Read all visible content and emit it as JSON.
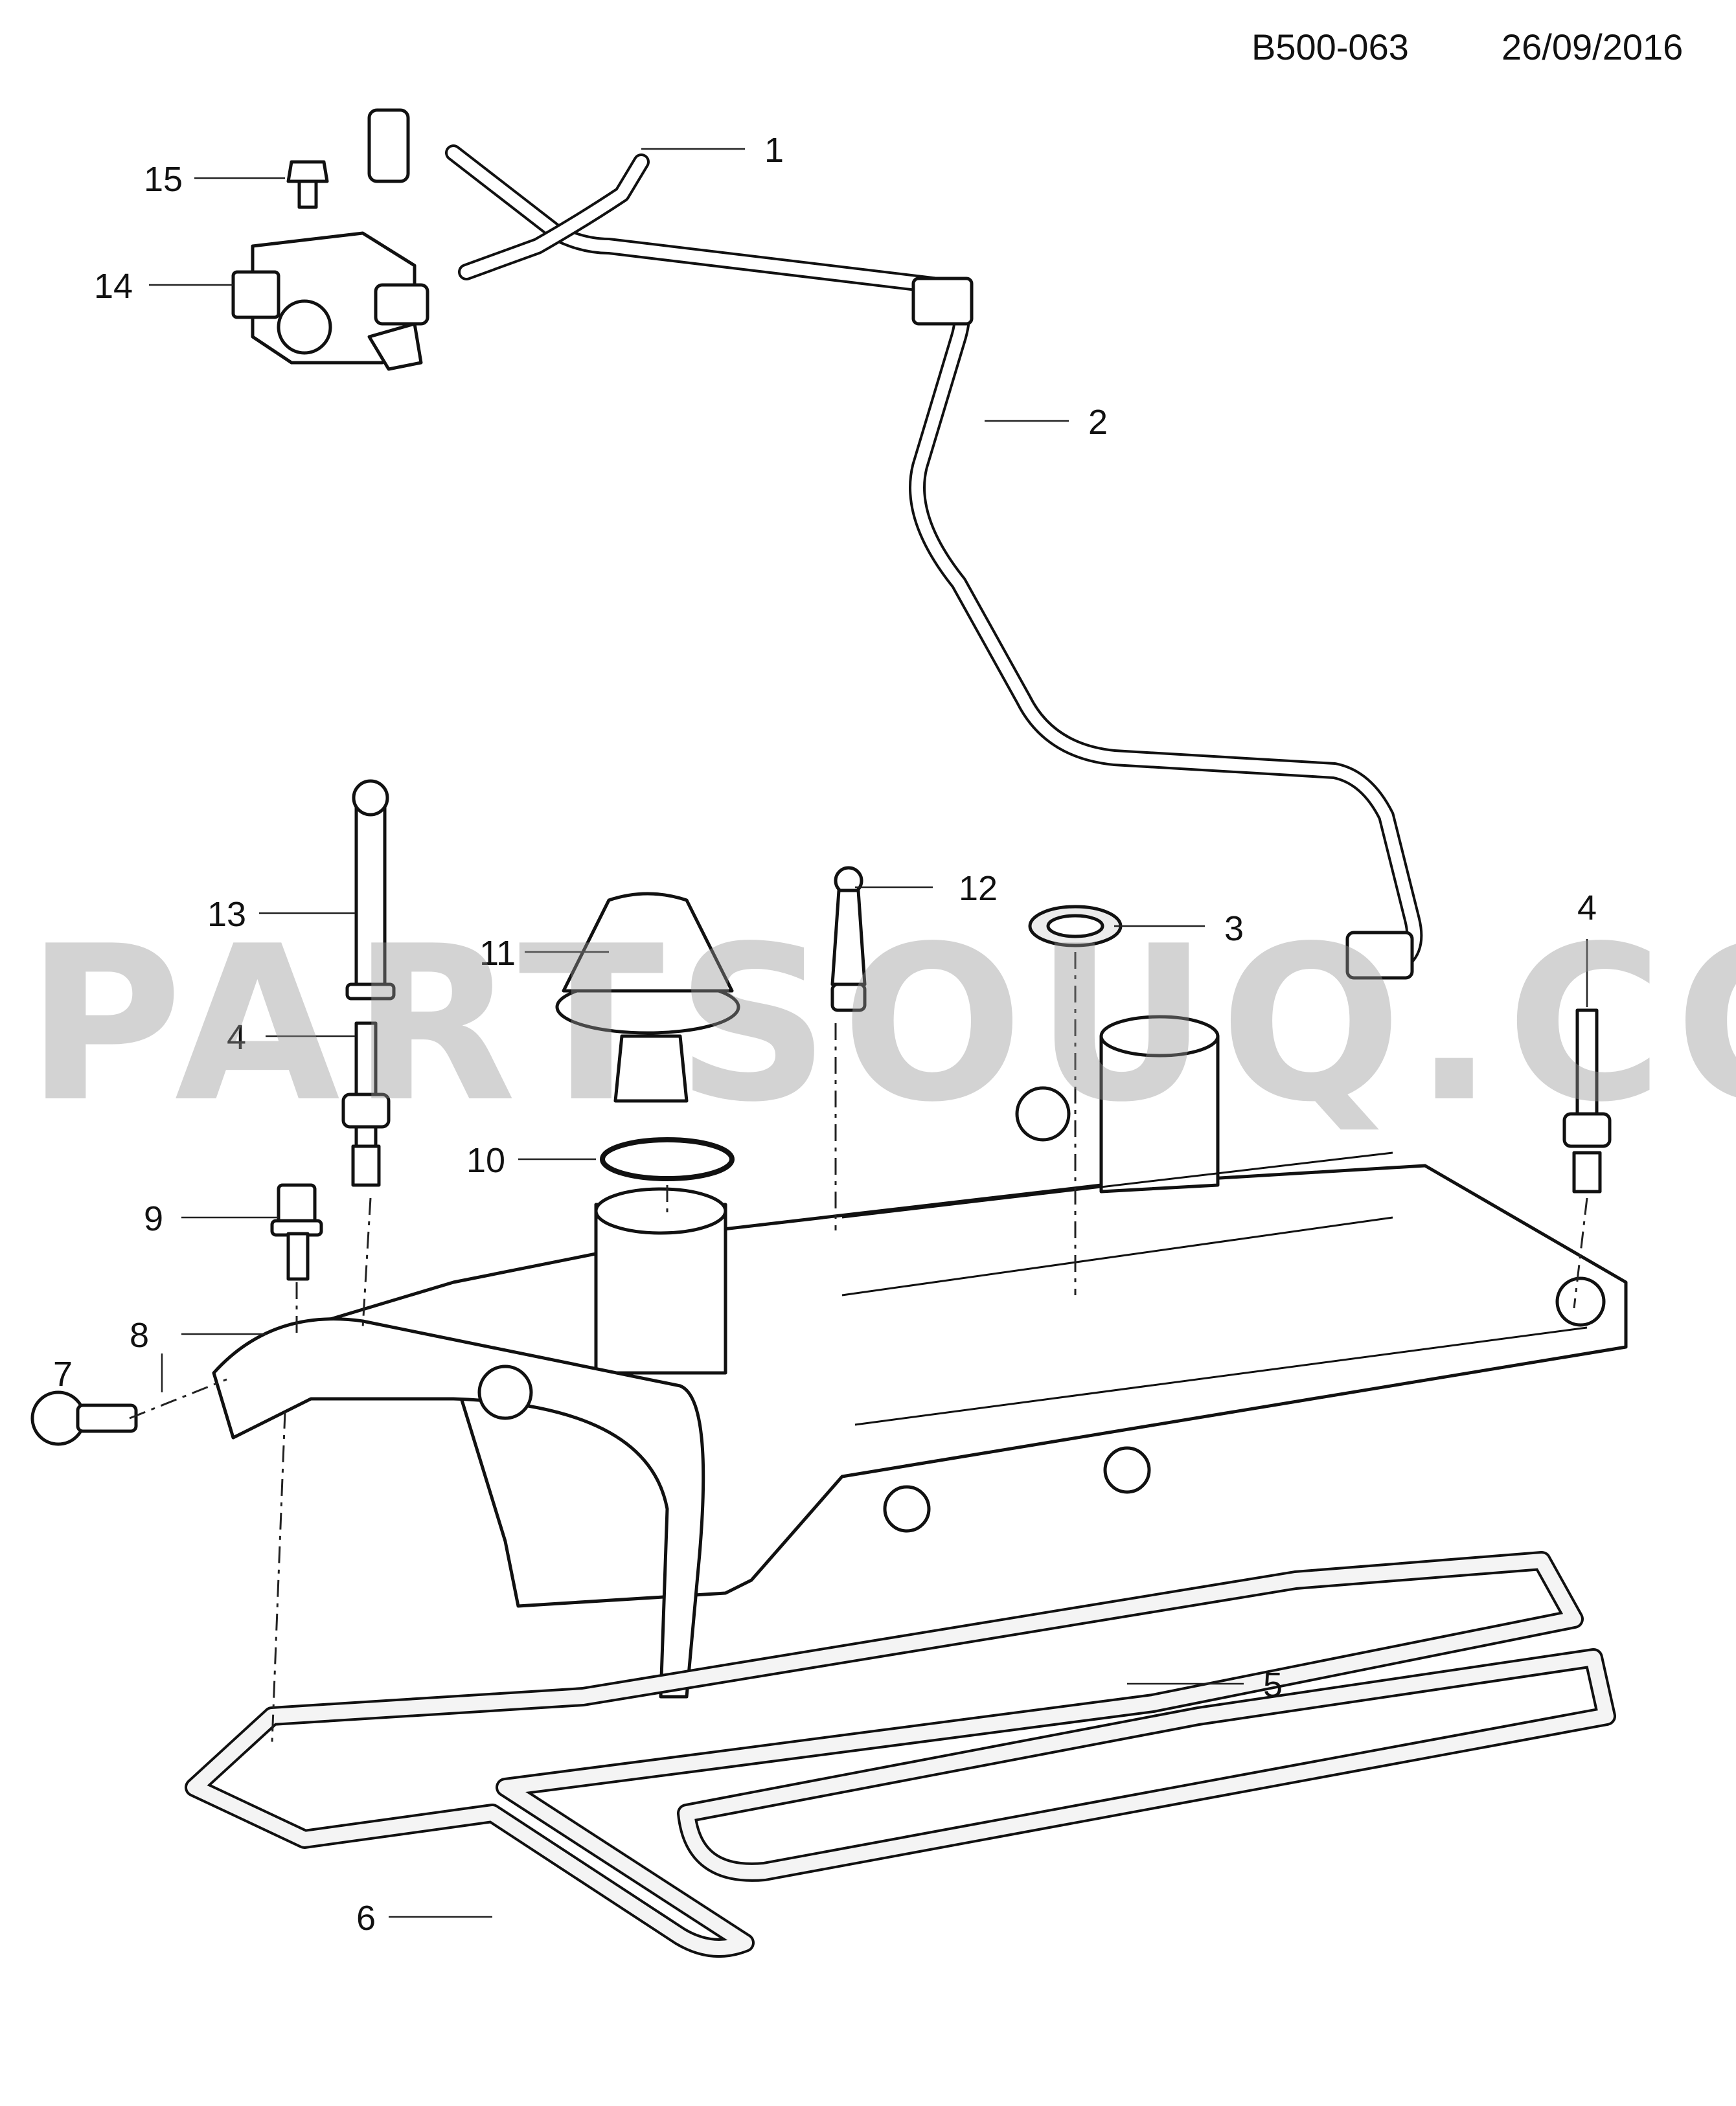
{
  "header": {
    "code": "B500-063",
    "date": "26/09/2016"
  },
  "watermark": "PARTSOUQ.COM",
  "callouts": [
    {
      "key": "c1",
      "label": "1"
    },
    {
      "key": "c2",
      "label": "2"
    },
    {
      "key": "c3",
      "label": "3"
    },
    {
      "key": "c4a",
      "label": "4"
    },
    {
      "key": "c4b",
      "label": "4"
    },
    {
      "key": "c5",
      "label": "5"
    },
    {
      "key": "c6",
      "label": "6"
    },
    {
      "key": "c7",
      "label": "7"
    },
    {
      "key": "c8",
      "label": "8"
    },
    {
      "key": "c9",
      "label": "9"
    },
    {
      "key": "c10",
      "label": "10"
    },
    {
      "key": "c11",
      "label": "11"
    },
    {
      "key": "c12",
      "label": "12"
    },
    {
      "key": "c13",
      "label": "13"
    },
    {
      "key": "c14",
      "label": "14"
    },
    {
      "key": "c15",
      "label": "15"
    }
  ]
}
